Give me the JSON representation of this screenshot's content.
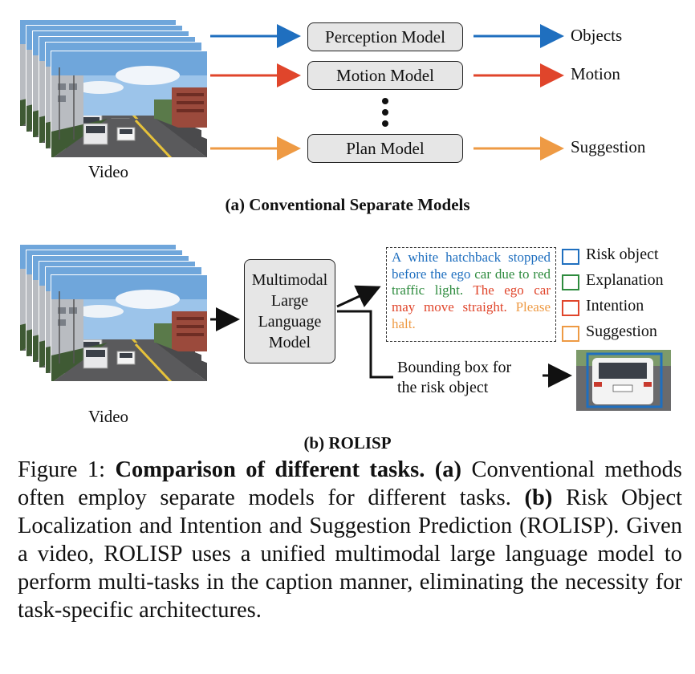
{
  "part_a": {
    "video_label": "Video",
    "models": [
      "Perception Model",
      "Motion Model",
      "Plan Model"
    ],
    "outputs": [
      "Objects",
      "Motion",
      "Suggestion"
    ],
    "caption": "(a) Conventional Separate Models",
    "colors": {
      "perception": "#1f6fbf",
      "motion": "#e0452b",
      "plan": "#ee9a44"
    }
  },
  "part_b": {
    "video_label": "Video",
    "model_name": "Multimodal Large Language Model",
    "model_lines": [
      "Multimodal",
      "Large",
      "Language",
      "Model"
    ],
    "text_risk": "A white hatchback stopped before the ego",
    "text_expl": "car due to red traffic light.",
    "text_intent": "The ego car may move straight.",
    "text_sugg": "Please halt.",
    "legend": [
      {
        "label": "Risk object",
        "color": "#1f6fbf"
      },
      {
        "label": "Explanation",
        "color": "#2e8b3e"
      },
      {
        "label": "Intention",
        "color": "#e0452b"
      },
      {
        "label": "Suggestion",
        "color": "#ee9a44"
      }
    ],
    "bbox_label_1": "Bounding box for",
    "bbox_label_2": "the risk object",
    "caption": "(b) ROLISP"
  },
  "figure_caption": {
    "prefix": "Figure 1: ",
    "bold1": "Comparison of different tasks.",
    "bold_a": "(a)",
    "text_a": "Conventional methods often employ separate models for different tasks.",
    "bold_b": "(b)",
    "text_b": "Risk Object Localization and Intention and Suggestion Prediction (ROLISP). Given a video, ROLISP uses a unified multimodal large language model to perform multi-tasks in the caption manner, eliminating the necessity for task-specific architectures."
  }
}
